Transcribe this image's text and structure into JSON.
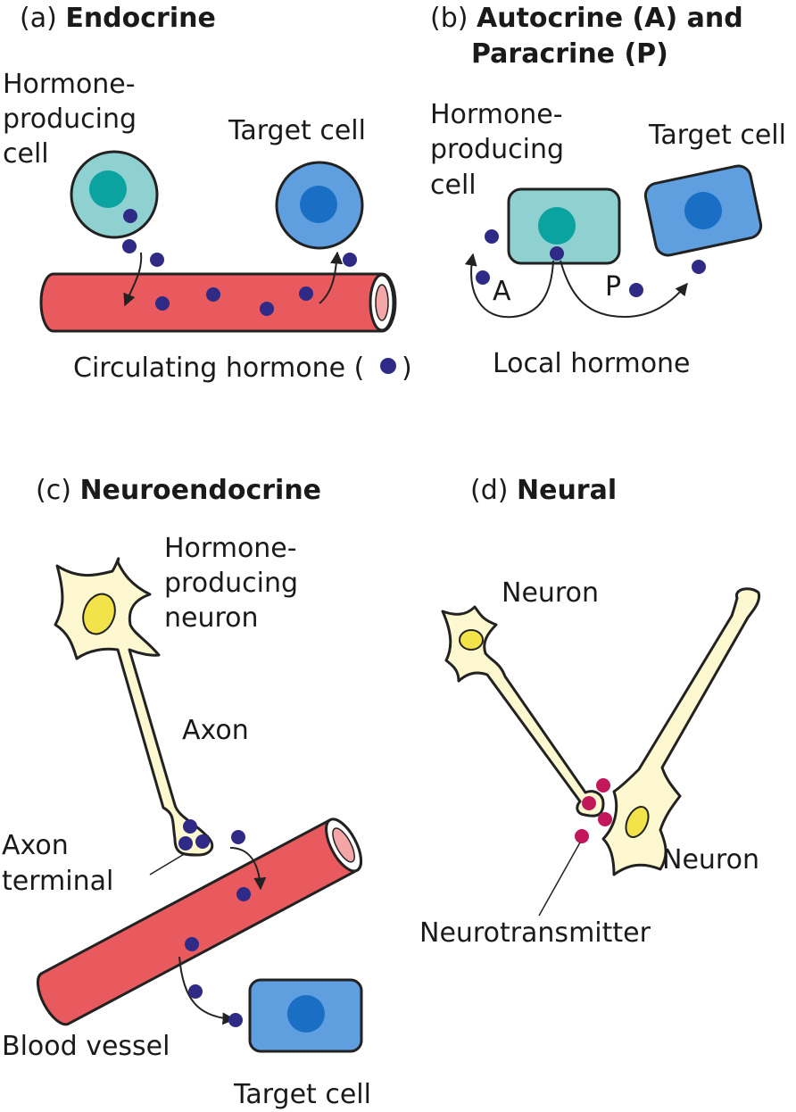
{
  "panels": {
    "a": {
      "tag": "(a) ",
      "title": "Endocrine",
      "producer_label": [
        "Hormone-",
        "producing",
        "cell"
      ],
      "target_label": "Target cell",
      "circulating_label": "Circulating hormone (",
      "circulating_close": ")"
    },
    "b": {
      "tag": "(b) ",
      "title_line1": "Autocrine (A) and",
      "title_line2": "Paracrine (P)",
      "producer_label": [
        "Hormone-",
        "producing",
        "cell"
      ],
      "target_label": "Target cell",
      "autocrine_marker": "A",
      "paracrine_marker": "P",
      "local_label": "Local hormone"
    },
    "c": {
      "tag": "(c) ",
      "title": "Neuroendocrine",
      "neuron_label": [
        "Hormone-",
        "producing",
        "neuron"
      ],
      "axon_label": "Axon",
      "terminal_label": [
        "Axon",
        "terminal"
      ],
      "vessel_label": "Blood vessel",
      "target_label": "Target cell"
    },
    "d": {
      "tag": "(d) ",
      "title": "Neural",
      "neuron_top_label": "Neuron",
      "neuron_bottom_label": "Neuron",
      "transmitter_label": "Neurotransmitter"
    }
  },
  "colors": {
    "hormone": "#2e2a86",
    "neurotransmitter": "#c2185b",
    "vessel": "#e85a5e",
    "vessel_lumen": "#f3a6a6",
    "producer_cell": "#8fd0d0",
    "producer_nucleus": "#0aa3a0",
    "target_cell": "#5f9fe0",
    "target_nucleus": "#1a6fc4",
    "neuron": "#fdf8cf",
    "neuron_nucleus": "#f2e34a"
  }
}
